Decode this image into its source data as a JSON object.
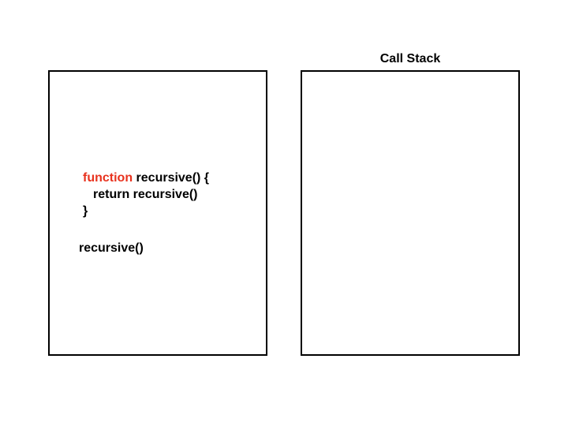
{
  "colors": {
    "keyword": "#e8321e",
    "text": "#000000",
    "border": "#000000",
    "background": "#ffffff"
  },
  "call_stack": {
    "title": "Call Stack"
  },
  "code": {
    "line1_keyword": "function",
    "line1_rest": " recursive() {",
    "line2": "return recursive()",
    "line3": "}",
    "line4": "recursive()"
  }
}
